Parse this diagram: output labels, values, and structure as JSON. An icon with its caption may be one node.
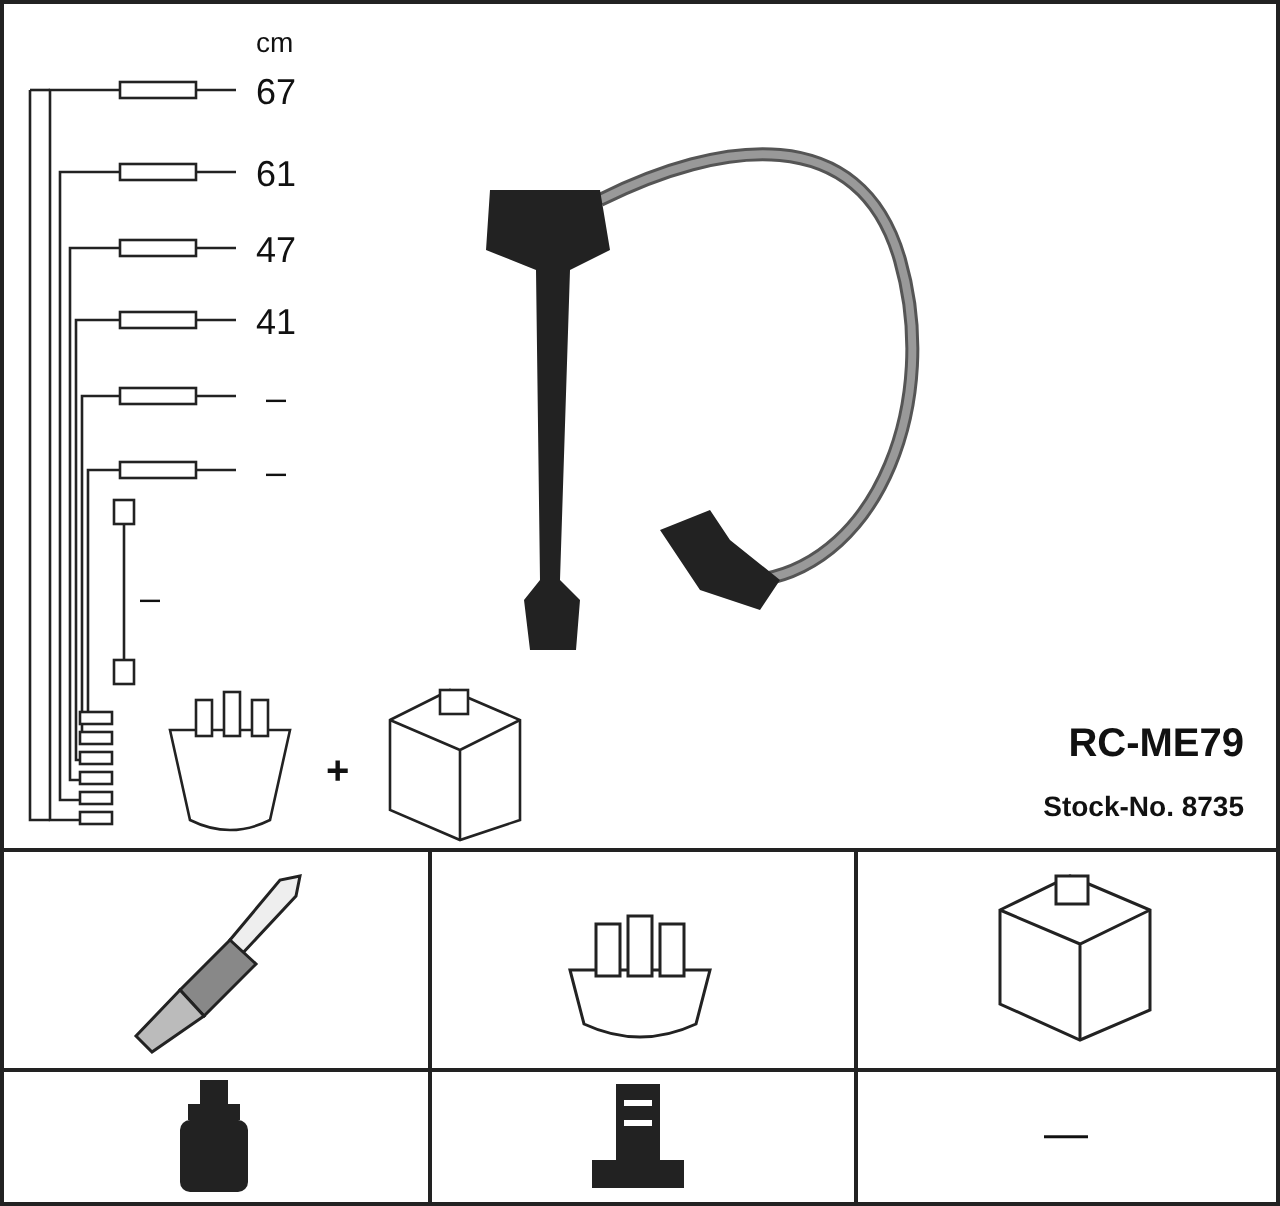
{
  "diagram": {
    "labels": [
      "cm",
      "67",
      "61",
      "47",
      "41",
      "–",
      "–",
      "–",
      "+",
      "RC-ME79",
      "Stock-No. 8735",
      "—"
    ]
  }
}
